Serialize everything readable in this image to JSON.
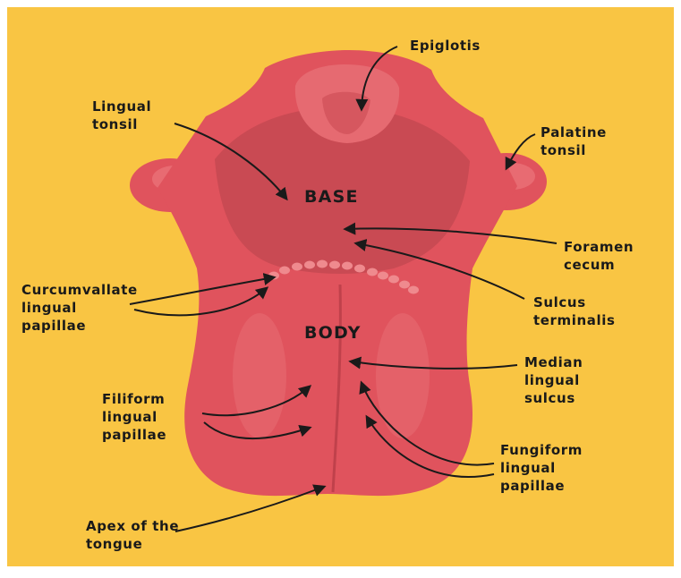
{
  "colors": {
    "frame": "#ffffff",
    "background": "#f9c543",
    "tongue": "#e0535d",
    "tongue_light": "#ec7b80",
    "tongue_dark": "#b23a44",
    "throat": "#c94a53",
    "ink": "#1a1a1a"
  },
  "regions": {
    "base": "BASE",
    "body": "BODY"
  },
  "labels": {
    "epiglottis": [
      "Epiglotis"
    ],
    "lingual_tonsil": [
      "Lingual",
      "tonsil"
    ],
    "palatine_tonsil": [
      "Palatine",
      "tonsil"
    ],
    "foramen_cecum": [
      "Foramen",
      "cecum"
    ],
    "curcumvallate": [
      "Curcumvallate",
      "lingual",
      "papillae"
    ],
    "sulcus_terminalis": [
      "Sulcus",
      "terminalis"
    ],
    "median_sulcus": [
      "Median",
      "lingual",
      "sulcus"
    ],
    "filiform": [
      "Filiform",
      "lingual",
      "papillae"
    ],
    "fungiform": [
      "Fungiform",
      "lingual",
      "papillae"
    ],
    "apex": [
      "Apex of the",
      "tongue"
    ]
  }
}
